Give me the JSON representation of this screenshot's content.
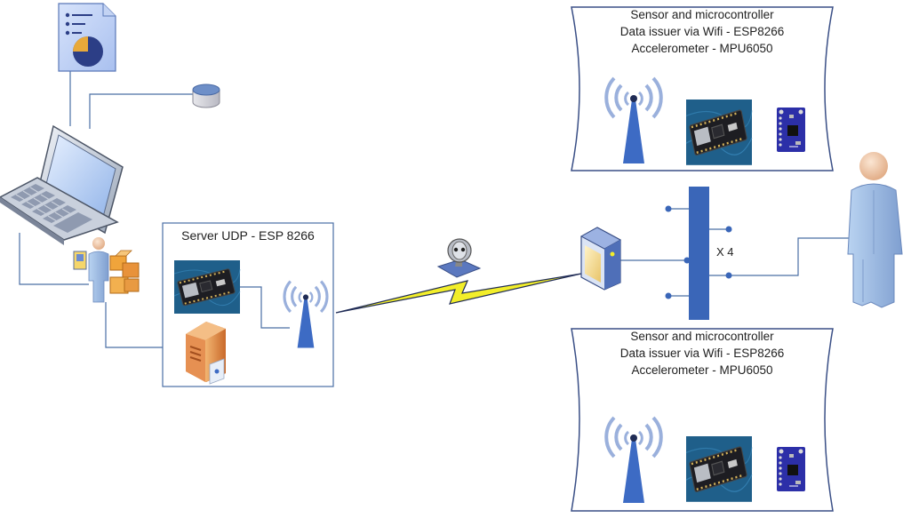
{
  "server": {
    "title": "Server UDP - ESP 8266"
  },
  "sensor_top": {
    "line1": "Sensor and microcontroller",
    "line2": "Data issuer via Wifi - ESP8266",
    "line3": "Accelerometer - MPU6050"
  },
  "sensor_bottom": {
    "line1": "Sensor and microcontroller",
    "line2": "Data issuer via Wifi - ESP8266",
    "line3": "Accelerometer - MPU6050"
  },
  "bus": {
    "multiplier": "X 4"
  },
  "colors": {
    "line": "#4a6fa5",
    "bus": "#3a66b8",
    "antenna": "#3d6bc4",
    "board": "#1d1d22",
    "board_bg": "#1f5f8a",
    "accel": "#2c2fa8",
    "lightning": "#f2ee2a",
    "person": "#9dbde4"
  },
  "icons": [
    "document-chart-icon",
    "database-icon",
    "laptop-icon",
    "user-with-packages-icon",
    "esp8266-board-icon",
    "server-tower-icon",
    "wifi-antenna-icon",
    "satellite-dish-icon",
    "lightning-link-icon",
    "access-point-icon",
    "mpu6050-board-icon",
    "person-icon"
  ]
}
